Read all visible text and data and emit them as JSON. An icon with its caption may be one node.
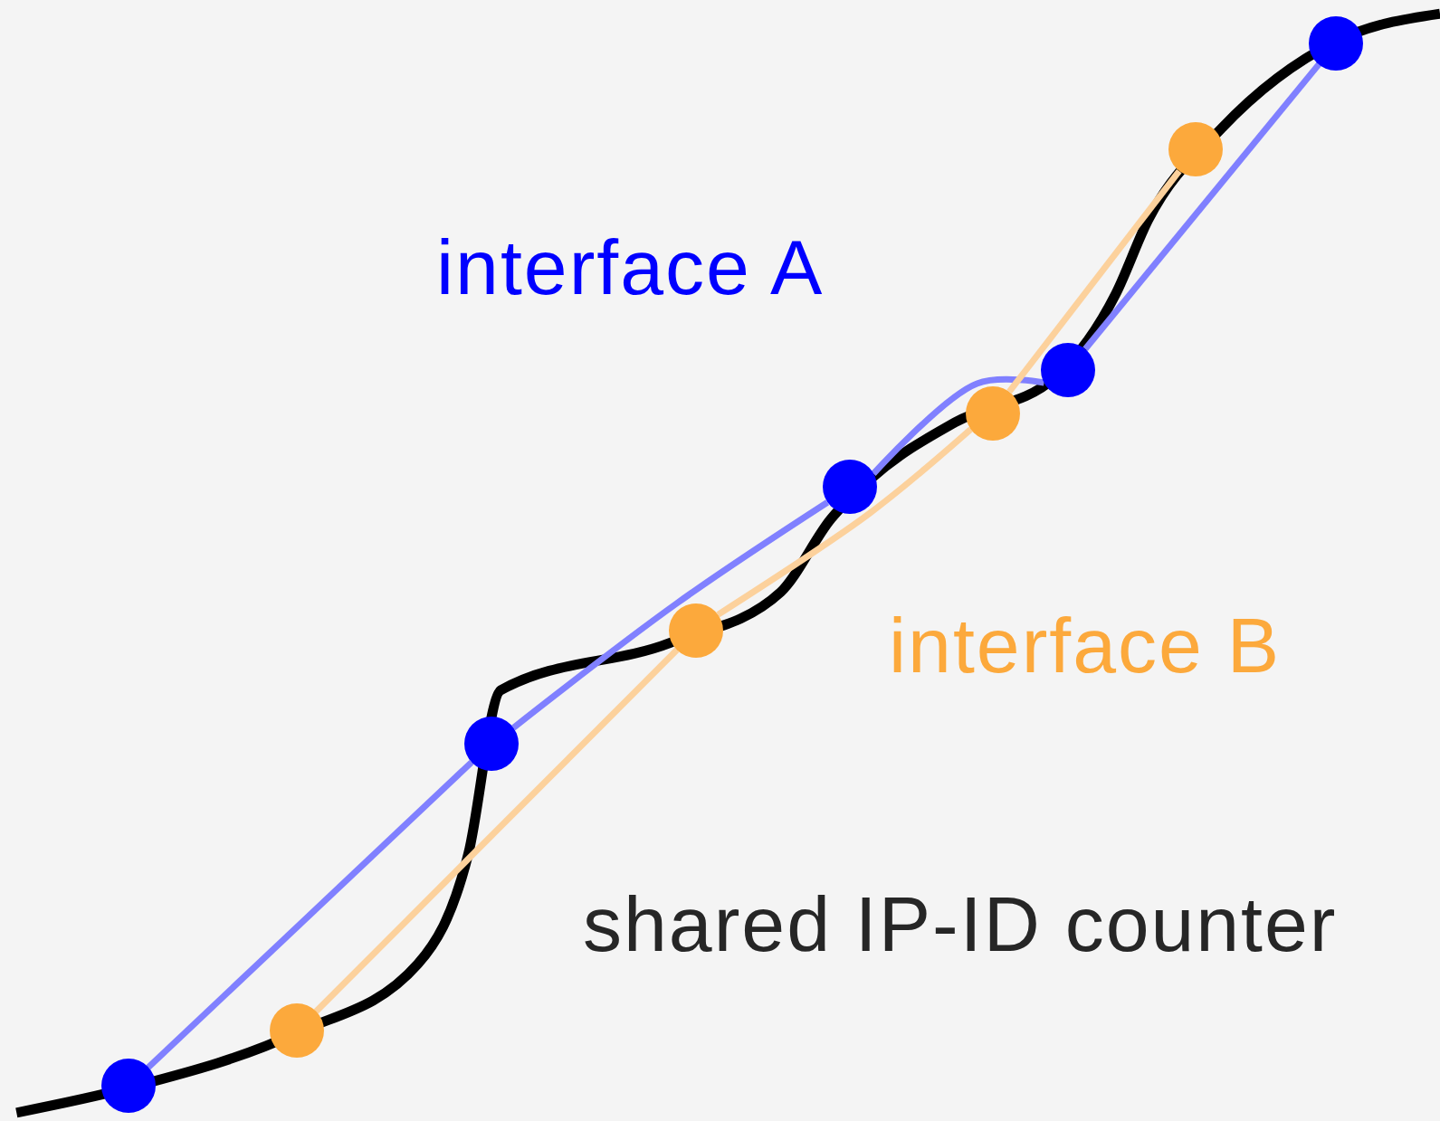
{
  "diagram": {
    "nodes": [
      {
        "text": [],
        "shape": "circle"
      },
      {
        "text": [],
        "shape": "circle"
      },
      {
        "text": [],
        "shape": "circle"
      },
      {
        "text": [],
        "shape": "circle"
      },
      {
        "text": [],
        "shape": "circle"
      },
      {
        "text": [],
        "shape": "circle"
      },
      {
        "text": [],
        "shape": "circle"
      },
      {
        "text": [],
        "shape": "circle"
      },
      {
        "text": [],
        "shape": "circle"
      }
    ],
    "edges": [
      {
        "from": 0,
        "to": 2,
        "arrow": "none",
        "color": "#8080ff"
      },
      {
        "from": 2,
        "to": 4,
        "arrow": "none",
        "color": "#8080ff"
      },
      {
        "from": 4,
        "to": 6,
        "arrow": "none",
        "color": "#8080ff"
      },
      {
        "from": 6,
        "to": 8,
        "arrow": "none",
        "color": "#8080ff"
      },
      {
        "from": 1,
        "to": 3,
        "arrow": "none",
        "color": "#fcd19c"
      },
      {
        "from": 3,
        "to": 5,
        "arrow": "none",
        "color": "#fcd19c"
      },
      {
        "from": 5,
        "to": 7,
        "arrow": "none",
        "color": "#fcd19c"
      }
    ],
    "labels": [
      "interface A",
      "interface B",
      "shared IP-ID counter"
    ]
  }
}
